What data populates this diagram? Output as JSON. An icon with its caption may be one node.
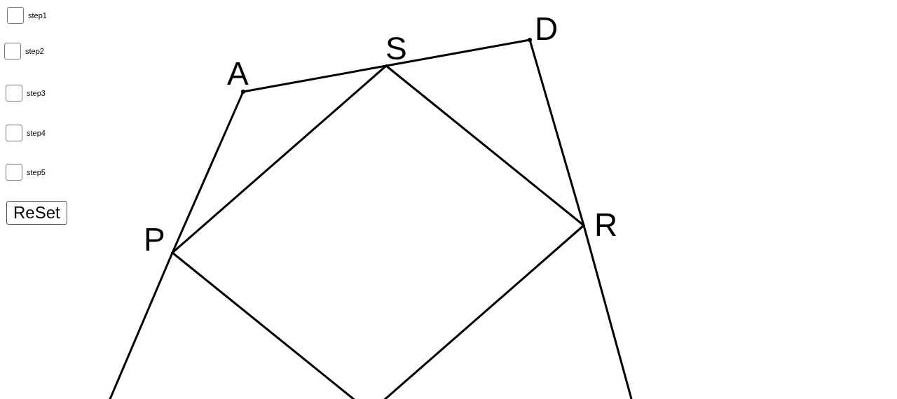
{
  "diagram": {
    "nodes": [
      {
        "text": [
          "A"
        ]
      },
      {
        "text": [
          "S"
        ]
      },
      {
        "text": [
          "D"
        ]
      },
      {
        "text": [
          "P"
        ]
      },
      {
        "text": [
          "R"
        ]
      }
    ],
    "edges": [
      {
        "from": 0,
        "to": 1,
        "arrow": "none"
      },
      {
        "from": 1,
        "to": 2,
        "arrow": "none"
      },
      {
        "from": 0,
        "to": 3,
        "arrow": "none"
      },
      {
        "from": 3,
        "to": null,
        "arrow": "none"
      },
      {
        "from": 2,
        "to": 4,
        "arrow": "none"
      },
      {
        "from": 4,
        "to": null,
        "arrow": "none"
      },
      {
        "from": 3,
        "to": 1,
        "arrow": "none"
      },
      {
        "from": 1,
        "to": 4,
        "arrow": "none"
      },
      {
        "from": 4,
        "to": null,
        "arrow": "none"
      },
      {
        "from": 3,
        "to": null,
        "arrow": "none"
      }
    ],
    "labels": [
      "step1",
      "step2",
      "step3",
      "step4",
      "step5",
      "ReSet"
    ]
  }
}
